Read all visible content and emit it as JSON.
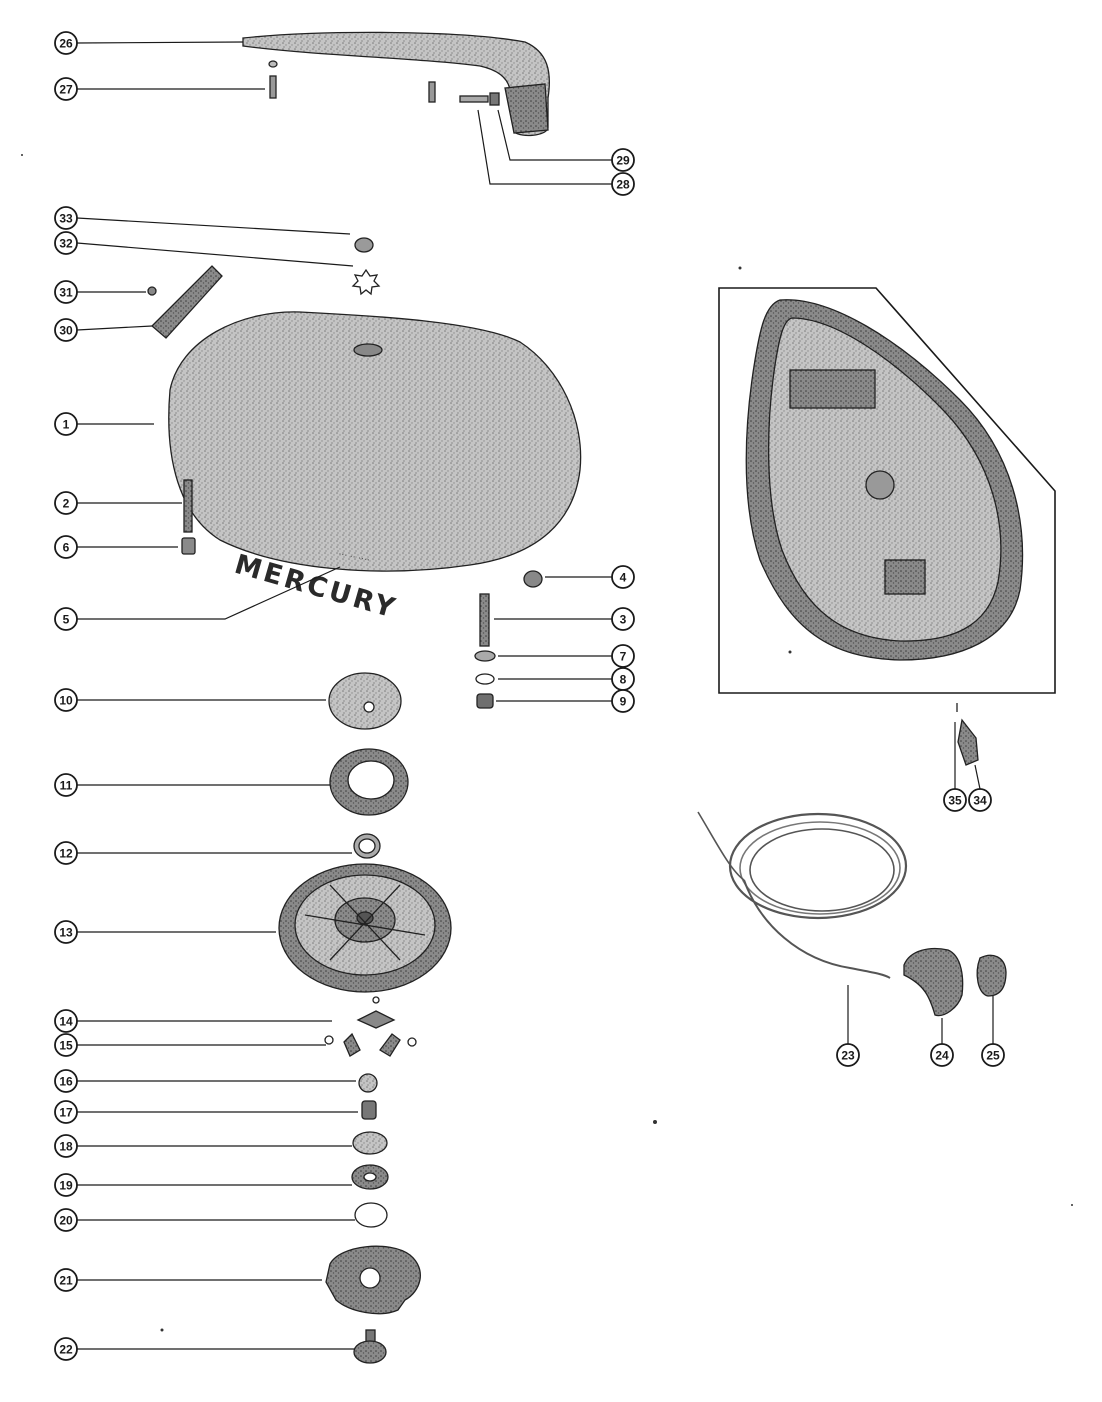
{
  "diagram": {
    "brand_decal": "MERCURY",
    "small_decal": "··· ·· ····",
    "callouts": [
      "1",
      "2",
      "3",
      "4",
      "5",
      "6",
      "7",
      "8",
      "9",
      "10",
      "11",
      "12",
      "13",
      "14",
      "15",
      "16",
      "17",
      "18",
      "19",
      "20",
      "21",
      "22",
      "23",
      "24",
      "25",
      "26",
      "27",
      "28",
      "29",
      "30",
      "31",
      "32",
      "33",
      "34",
      "35"
    ],
    "colors": {
      "ink": "#1a1a1a",
      "part_fill": "#b9b9b9",
      "part_dark": "#6f6f6f",
      "paper": "#ffffff"
    }
  }
}
